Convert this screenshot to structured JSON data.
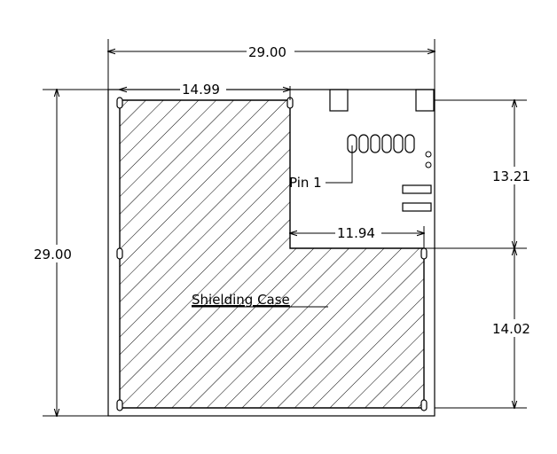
{
  "dimensions": {
    "overall_width": "29.00",
    "overall_height": "29.00",
    "shield_top_width": "14.99",
    "upper_right_height": "13.21",
    "lower_right_height": "14.02",
    "cutout_width": "11.94"
  },
  "labels": {
    "pin": "Pin 1",
    "case": "Shielding Case"
  },
  "colors": {
    "line": "#000000",
    "background": "#ffffff"
  }
}
